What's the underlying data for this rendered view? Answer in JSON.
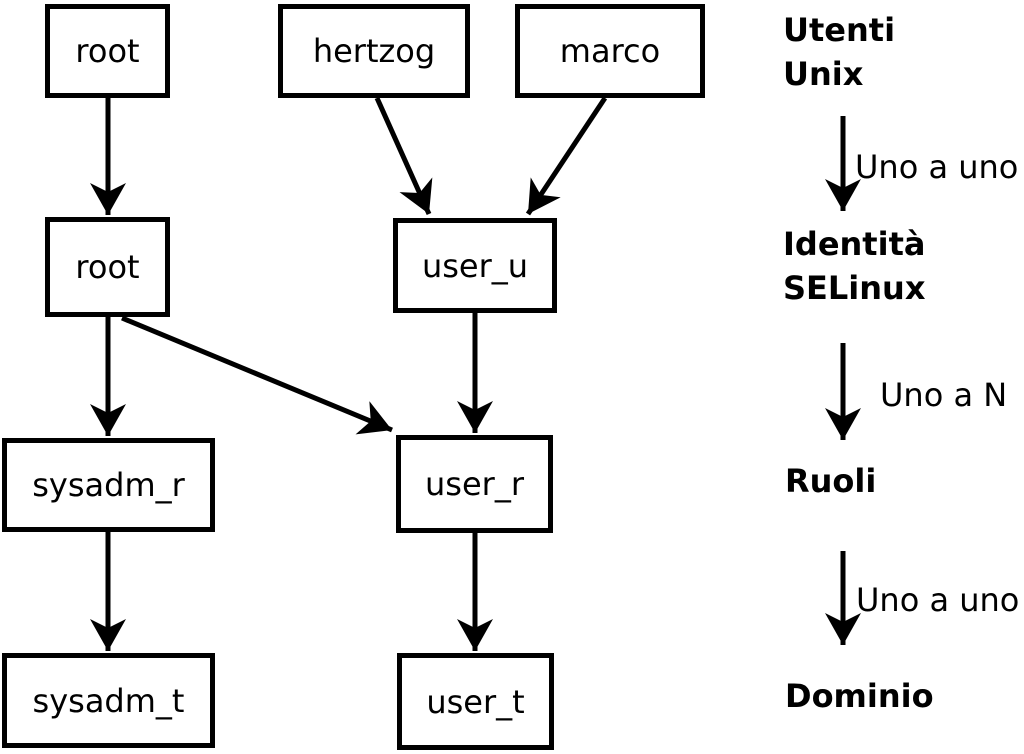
{
  "diagram": {
    "boxes": [
      {
        "id": "root-unix",
        "label": "root"
      },
      {
        "id": "hertzog",
        "label": "hertzog"
      },
      {
        "id": "marco",
        "label": "marco"
      },
      {
        "id": "root-selinux",
        "label": "root"
      },
      {
        "id": "user_u",
        "label": "user_u"
      },
      {
        "id": "sysadm_r",
        "label": "sysadm_r"
      },
      {
        "id": "user_r",
        "label": "user_r"
      },
      {
        "id": "sysadm_t",
        "label": "sysadm_t"
      },
      {
        "id": "user_t",
        "label": "user_t"
      }
    ],
    "legend": {
      "levels": [
        {
          "lines": [
            "Utenti",
            "Unix"
          ]
        },
        {
          "lines": [
            "Identità",
            "SELinux"
          ]
        },
        {
          "lines": [
            "Ruoli"
          ]
        },
        {
          "lines": [
            "Dominio"
          ]
        }
      ],
      "relations": [
        {
          "label": "Uno a uno"
        },
        {
          "label": "Uno a N"
        },
        {
          "label": "Uno a uno"
        }
      ]
    },
    "colors": {
      "stroke": "#000000",
      "background": "#ffffff"
    }
  }
}
